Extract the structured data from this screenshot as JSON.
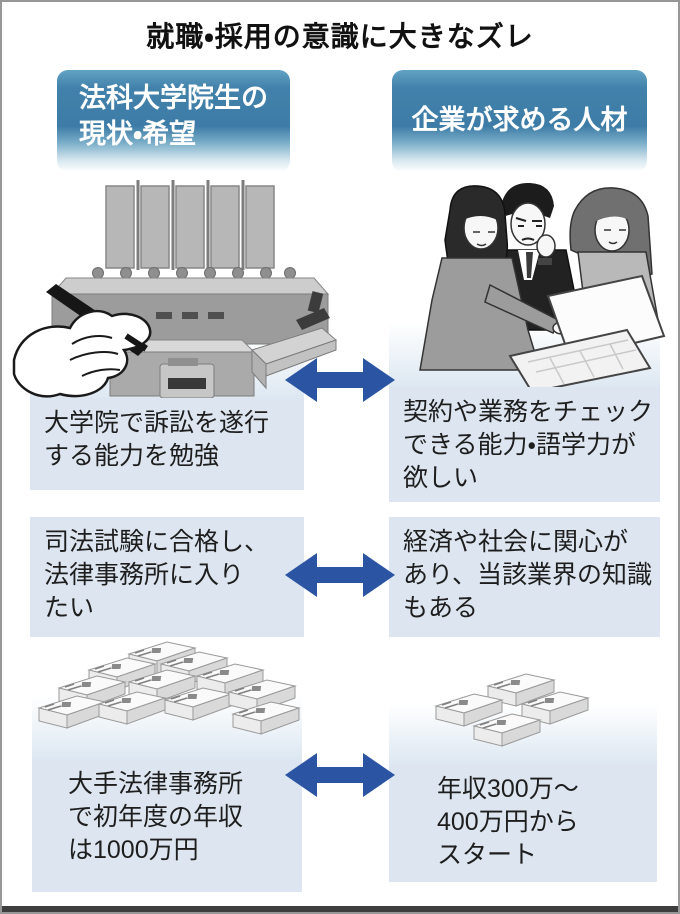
{
  "title": "就職・採用の意識に大きなズレ",
  "left_column": {
    "header_lines": [
      "法科大学院生の",
      "現状・希望"
    ],
    "items": [
      {
        "lines": [
          "大学院で訴訟を遂行",
          "する能力を勉強",
          ""
        ]
      },
      {
        "lines": [
          "司法試験に合格し、",
          "法律事務所に入り",
          "たい"
        ]
      },
      {
        "lines": [
          "大手法律事務所",
          "で初年度の年収",
          "は1000万円"
        ]
      }
    ]
  },
  "right_column": {
    "header": "企業が求める人材",
    "items": [
      {
        "lines": [
          "契約や業務をチェック",
          "できる能力・語学力が",
          "欲しい"
        ]
      },
      {
        "lines": [
          "経済や社会に関心が",
          "あり、当該業界の知識",
          "もある"
        ]
      },
      {
        "lines": [
          "年収300万〜",
          "400万円から",
          "スタート"
        ]
      }
    ]
  },
  "icons": {
    "arrow": "bidirectional-arrow",
    "courtroom": "courtroom-bench-and-writing-hand",
    "recruiters": "three-business-people-with-laptop",
    "money_large": "large-pyramid-of-banknote-stacks",
    "money_small": "small-pile-of-banknote-stacks"
  },
  "colors": {
    "header_blue": "#3d7ca6",
    "arrow_blue": "#2b55a3",
    "box_bg": "#dde6f0",
    "bottom_bar": "#3e3e3e",
    "title_text": "#111111"
  }
}
